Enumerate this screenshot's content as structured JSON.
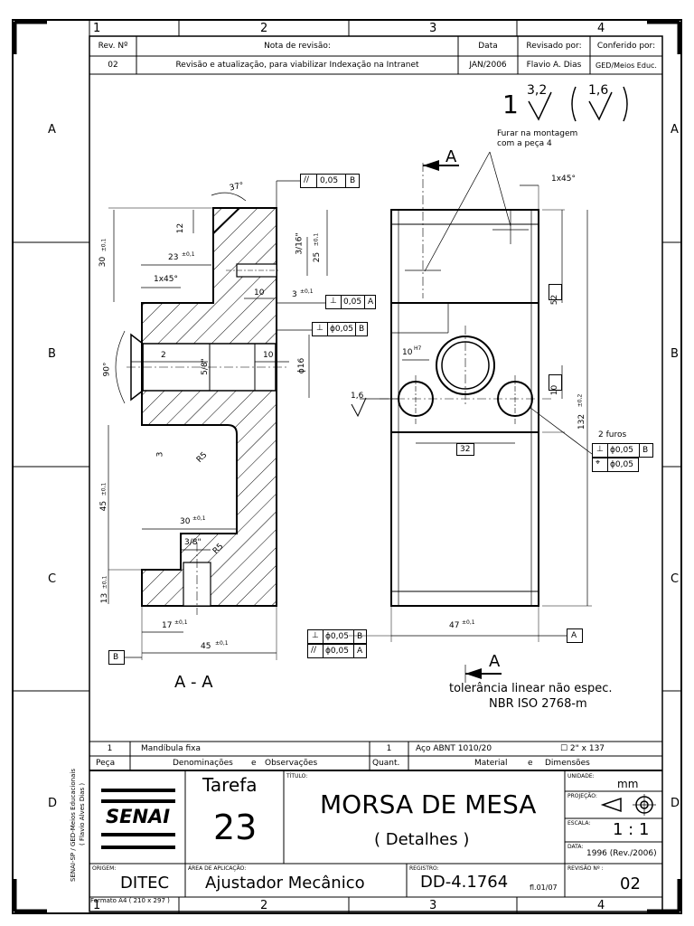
{
  "zones": {
    "columns": [
      "1",
      "2",
      "3",
      "4"
    ],
    "rows": [
      "A",
      "B",
      "C",
      "D"
    ]
  },
  "revision_table": {
    "headers": {
      "rev": "Rev. Nº",
      "note": "Nota de revisão:",
      "date": "Data",
      "reviewed": "Revisado por:",
      "checked": "Conferido por:"
    },
    "row": {
      "rev": "02",
      "note": "Revisão e atualização, para viabilizar Indexação na Intranet",
      "date": "JAN/2006",
      "reviewed": "Flavio A. Dias",
      "checked": "GED/Meios Educ."
    }
  },
  "surface_finish": {
    "prefix": "1",
    "primary": "3,2",
    "secondary": "1,6"
  },
  "notes": {
    "drill": "Furar na montagem",
    "drill2": "com a peça 4",
    "section_label": "A - A",
    "cut_a": "A",
    "tolerance_1": "tolerância linear não espec.",
    "tolerance_2": "NBR ISO 2768-m",
    "holes": "2 furos"
  },
  "dimensions": {
    "angle_37": "37°",
    "par_005": "0,05",
    "par_ref": "B",
    "d12": "12",
    "d23": "23",
    "d23t": "±0,1",
    "d30": "30",
    "d30t": "±0,1",
    "c1x45": "1x45°",
    "d3_16": "3/16\"",
    "d25": "25",
    "d25t": "±0,1",
    "d10a": "10",
    "d3": "3",
    "d3t": "±0,1",
    "perp_005": "0,05",
    "perp_ref_a": "A",
    "perp_phi": "ϕ0,05",
    "perp_ref_b": "B",
    "d90": "90°",
    "d2": "2",
    "d5_8": "5/8\"",
    "d10b": "10",
    "phi16": "ϕ16",
    "d3b": "3",
    "r5a": "R5",
    "d45": "45",
    "d45t": "±0,1",
    "d30b": "30",
    "d30bt": "±0,1",
    "d3_8": "3/8\"",
    "r5b": "R5",
    "d13": "13",
    "d13t": "±0,1",
    "d17": "17",
    "d17t": "±0,1",
    "d45b": "45",
    "d45bt": "±0,1",
    "datum_b": "B",
    "datum_a": "A",
    "fc1_val": "ϕ0,05",
    "fc1_ref": "B",
    "fc2_val": "ϕ0,05",
    "fc2_ref": "A",
    "f16": "1,6",
    "d10h7": "10",
    "h7": "H7",
    "d52": "52",
    "d10c": "10",
    "d132": "132",
    "d132t": "±0,2",
    "d32": "32",
    "d47": "47",
    "d47t": "±0,1",
    "c1x45b": "1x45°",
    "fc3_val": "ϕ0,05",
    "fc3_ref": "B",
    "fc4_val": "ϕ0,05"
  },
  "parts_list": {
    "row": {
      "num": "1",
      "name": "Mandíbula fixa",
      "qty": "1",
      "material": "Aço ABNT 1010/20",
      "dims": "☐ 2\" x 137"
    },
    "headers": {
      "piece": "Peça",
      "denom": "Denominações",
      "e1": "e",
      "obs": "Observações",
      "qty": "Quant.",
      "material": "Material",
      "e2": "e",
      "dims": "Dimensões"
    }
  },
  "title_block": {
    "logo": "SENAI",
    "task_label": "Tarefa",
    "task_number": "23",
    "title_label": "TÍTULO:",
    "title": "MORSA DE MESA",
    "subtitle": "( Detalhes )",
    "unit_label": "UNIDADE:",
    "unit": "mm",
    "projection_label": "PROJEÇÃO:",
    "scale_label": "ESCALA:",
    "scale": "1 : 1",
    "date_label": "DATA:",
    "date": "1996 (Rev./2006)",
    "origin_label": "ORIGEM:",
    "origin": "DITEC",
    "area_label": "ÁREA DE APLICAÇÃO:",
    "area": "Ajustador Mecânico",
    "registry_label": "REGISTRO:",
    "registry": "DD-4.1764",
    "sheet": "fl.01/07",
    "revision_label": "REVISÃO Nº :",
    "revision": "02",
    "format": "Formato A4  ( 210 x 297 )",
    "side_1": "SENAI-SP / GED-Meios Educacionais",
    "side_2": "( Flavio Alves Dias )"
  }
}
